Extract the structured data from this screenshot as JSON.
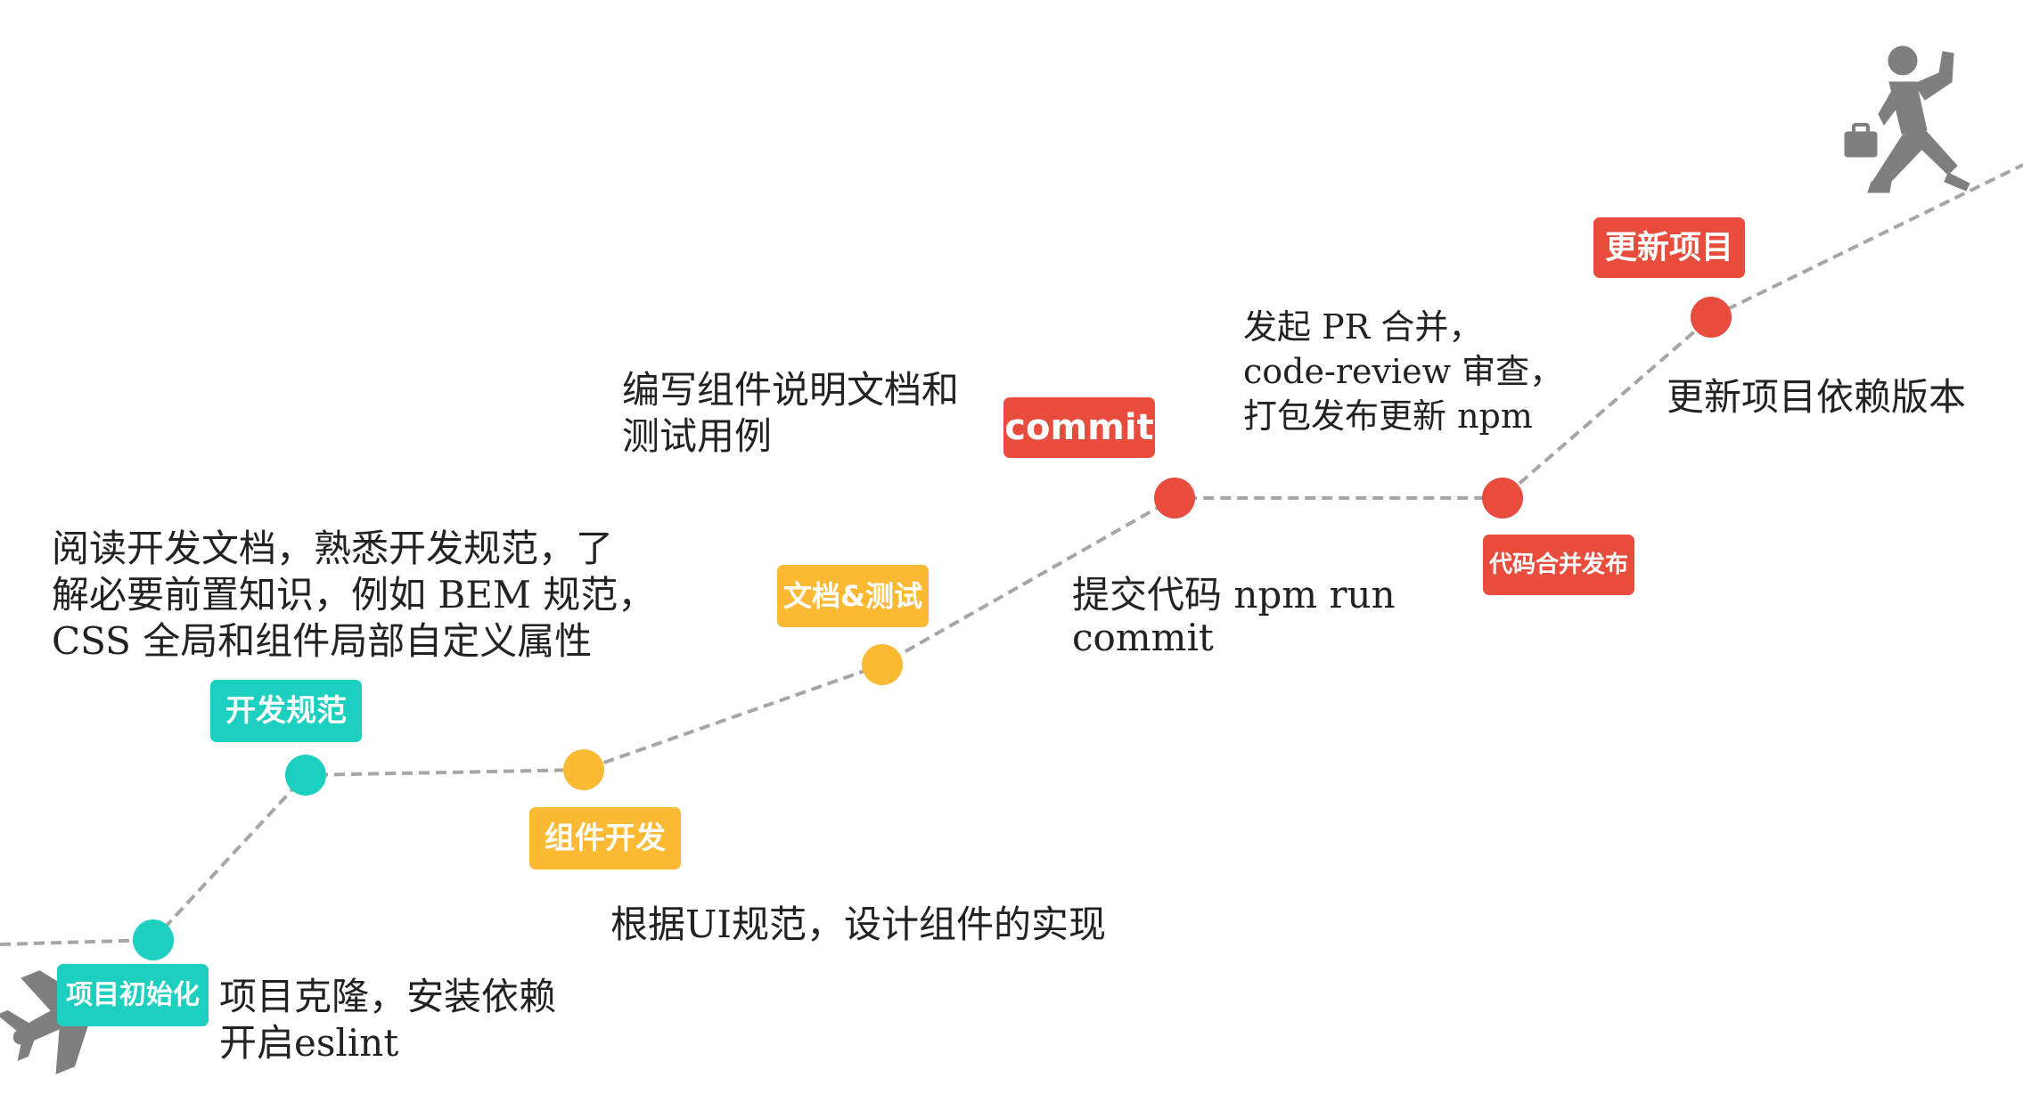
{
  "colors": {
    "teal": "#1ccfbf",
    "orange": "#fbb934",
    "red": "#e74c3c",
    "line": "#a6a6a6",
    "icon": "#7f7f7f",
    "text": "#222222"
  },
  "icons": {
    "start": "airplane-icon",
    "end": "runner-with-briefcase-icon"
  },
  "steps": [
    {
      "id": "init",
      "tag": "项目初始化",
      "color": "teal",
      "desc": [
        "项目克隆，安装依赖",
        "开启eslint"
      ]
    },
    {
      "id": "standard",
      "tag": "开发规范",
      "color": "teal",
      "desc": [
        "阅读开发文档，熟悉开发规范，了",
        "解必要前置知识，例如 BEM 规范，",
        "CSS 全局和组件局部自定义属性"
      ]
    },
    {
      "id": "component",
      "tag": "组件开发",
      "color": "orange",
      "desc": [
        "根据UI规范，设计组件的实现"
      ]
    },
    {
      "id": "docs",
      "tag": "文档&测试",
      "color": "orange",
      "desc": [
        "编写组件说明文档和",
        "测试用例"
      ]
    },
    {
      "id": "commit",
      "tag": "commit",
      "color": "red",
      "desc": [
        "提交代码 npm run",
        "commit"
      ]
    },
    {
      "id": "merge",
      "tag": "代码合并发布",
      "color": "red",
      "desc": [
        "发起 PR 合并，",
        "code-review 审查，",
        "打包发布更新 npm"
      ]
    },
    {
      "id": "update",
      "tag": "更新项目",
      "color": "red",
      "desc": [
        "更新项目依赖版本"
      ]
    }
  ]
}
